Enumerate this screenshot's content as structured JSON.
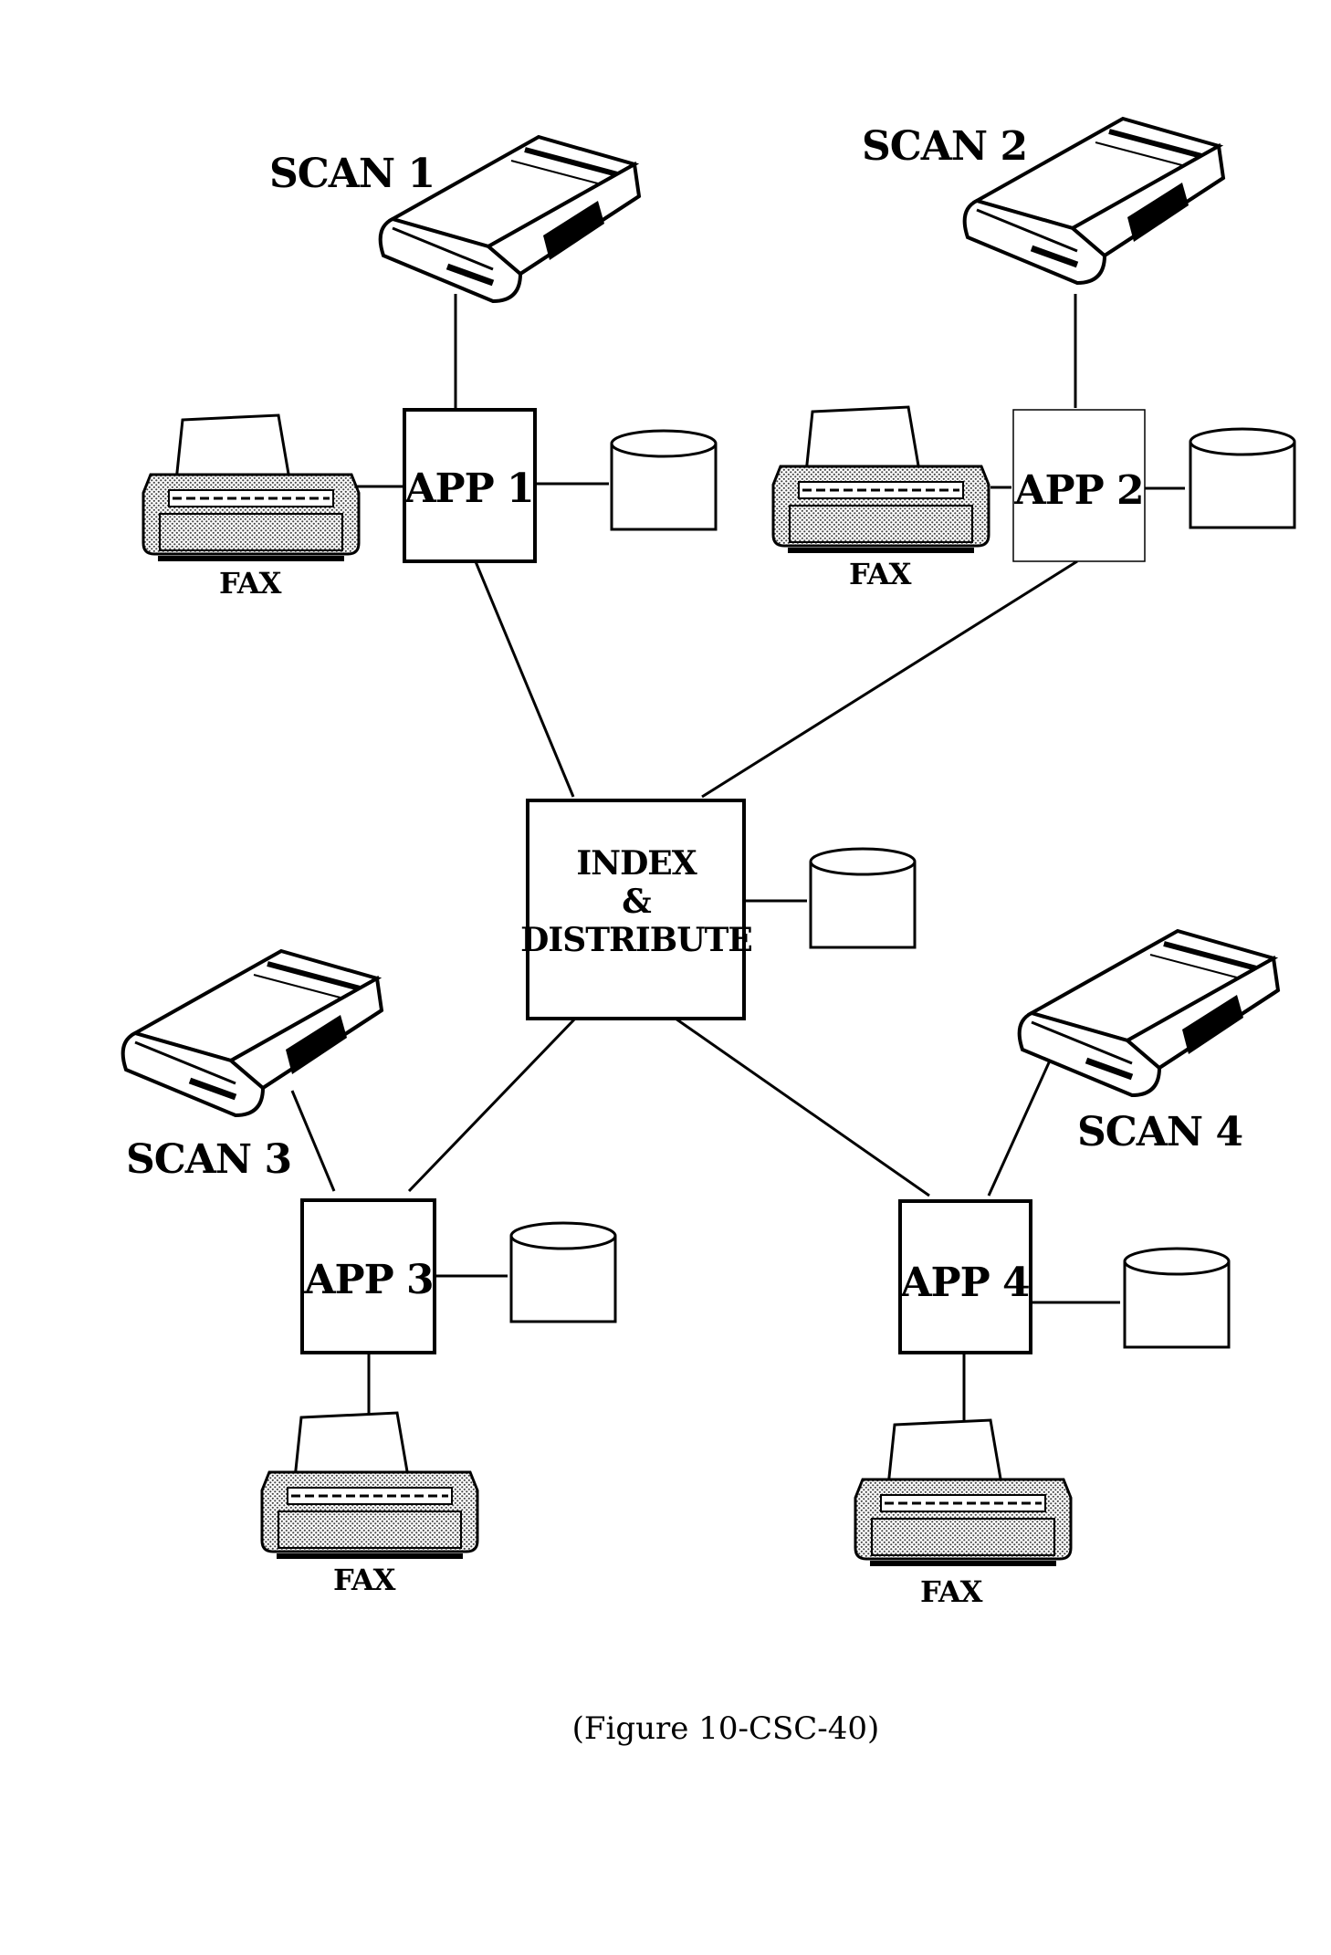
{
  "scanners": [
    {
      "id": 1,
      "label": "SCAN 1"
    },
    {
      "id": 2,
      "label": "SCAN 2"
    },
    {
      "id": 3,
      "label": "SCAN 3"
    },
    {
      "id": 4,
      "label": "SCAN 4"
    }
  ],
  "apps": [
    {
      "id": 1,
      "label": "APP 1"
    },
    {
      "id": 2,
      "label": "APP 2"
    },
    {
      "id": 3,
      "label": "APP 3"
    },
    {
      "id": 4,
      "label": "APP 4"
    }
  ],
  "faxes": [
    {
      "id": 1,
      "label": "FAX"
    },
    {
      "id": 2,
      "label": "FAX"
    },
    {
      "id": 3,
      "label": "FAX"
    },
    {
      "id": 4,
      "label": "FAX"
    }
  ],
  "hub": {
    "line1": "INDEX",
    "line2": "&",
    "line3": "DISTRIBUTE"
  },
  "caption": "(Figure 10-CSC-40)"
}
